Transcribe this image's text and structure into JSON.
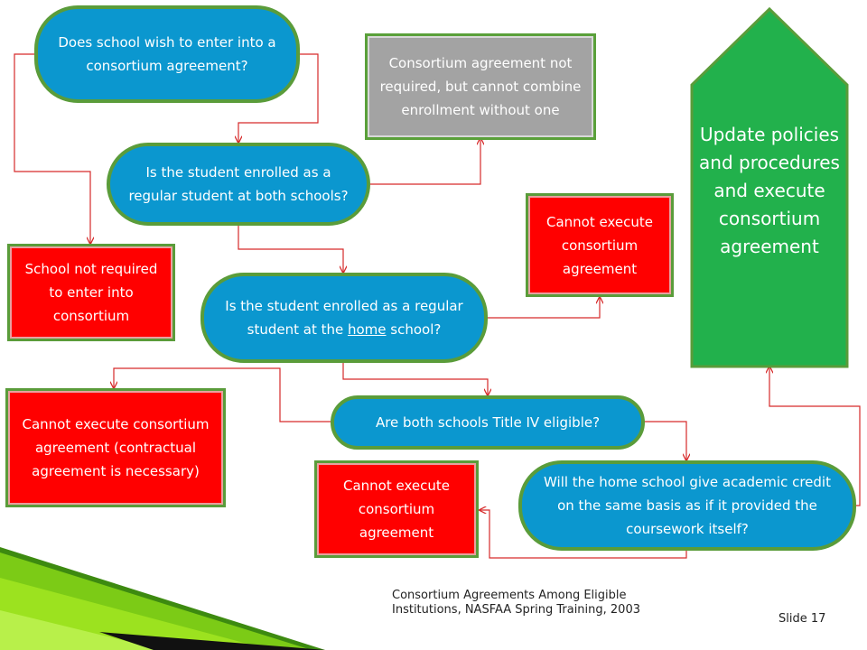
{
  "nodes": {
    "q1": "Does school wish to enter into a consortium agreement?",
    "q2": "Is the student enrolled as a regular student at both schools?",
    "q3_before": "Is the student enrolled as a regular student at the ",
    "q3_underlined": "home",
    "q3_after": " school?",
    "q4": "Are both schools Title IV eligible?",
    "q5": "Will the home school give academic credit on the same basis as if it provided the coursework itself?",
    "not_required": "Consortium agreement not required, but cannot combine enrollment without one",
    "school_not_required": "School not required to enter into consortium",
    "cannot_execute_1": "Cannot execute consortium agreement",
    "cannot_execute_contractual": "Cannot execute consortium agreement (contractual agreement is necessary)",
    "cannot_execute_2": "Cannot execute consortium agreement",
    "update": "Update policies and procedures and execute consortium agreement"
  },
  "footer": {
    "citation": "Consortium Agreements Among Eligible Institutions, NASFAA Spring Training, 2003",
    "slide": "Slide 17"
  },
  "colors": {
    "decision_fill": "#0b97cf",
    "outline_green": "#5a9c3a",
    "stop_fill": "#ff0000",
    "note_fill": "#a3a3a3",
    "update_fill": "#22b14c",
    "connector": "#d62a2a"
  }
}
